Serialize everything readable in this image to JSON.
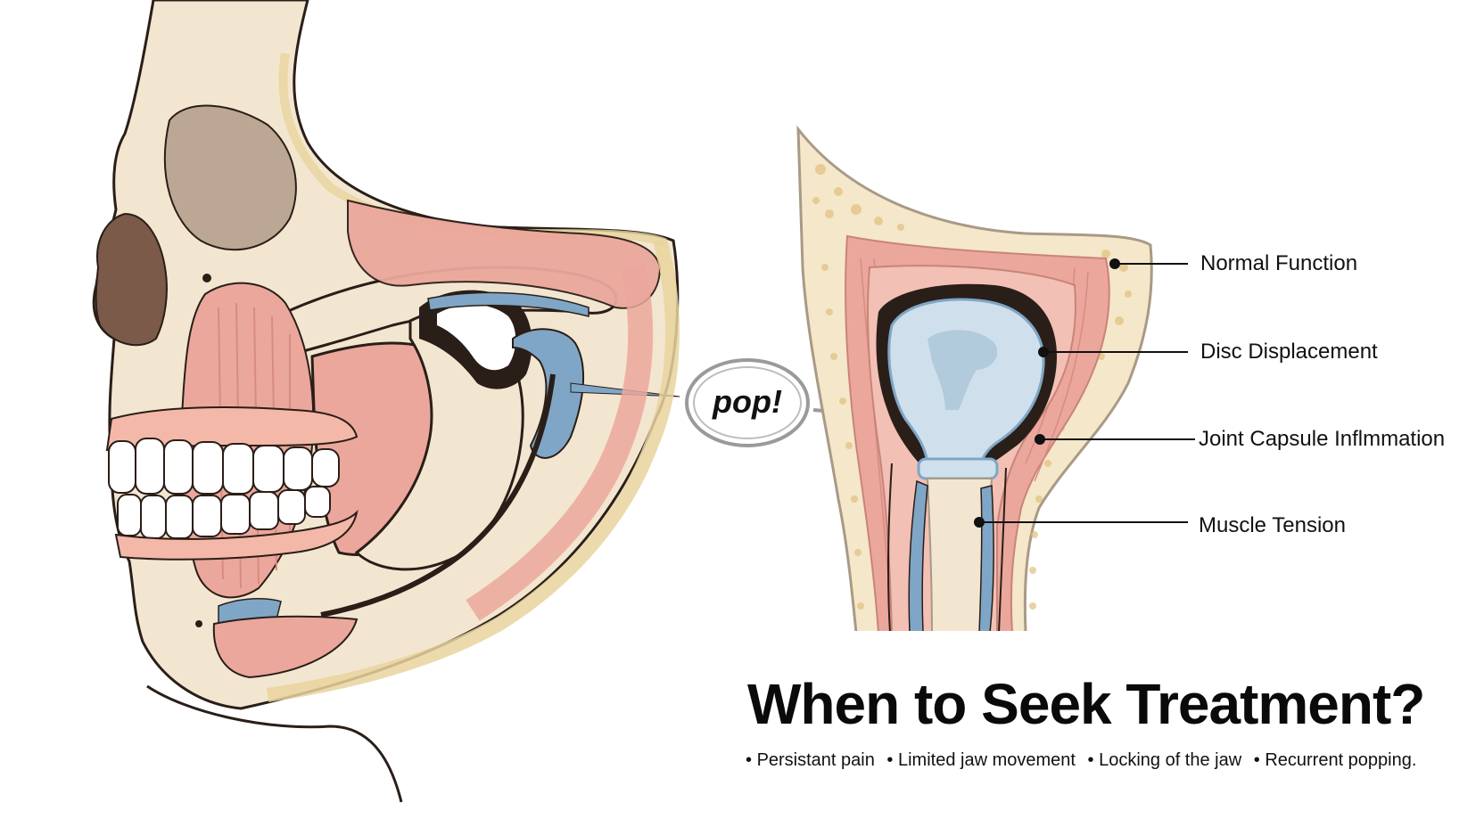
{
  "callout": {
    "pop": "pop!"
  },
  "labels": [
    {
      "id": "normal-function",
      "text": "Normal Function"
    },
    {
      "id": "disc-displacement",
      "text": "Disc Displacement"
    },
    {
      "id": "joint-capsule-inflammation",
      "text": "Joint Capsule Inflmmation"
    },
    {
      "id": "muscle-tension",
      "text": "Muscle Tension"
    }
  ],
  "heading": "When to Seek Treatment?",
  "symptoms": [
    "Persistant pain",
    "Limited jaw movement",
    "Locking of the jaw",
    "Recurrent popping."
  ],
  "colors": {
    "bone": "#f3e6d1",
    "bone_shadow": "#e7d3b6",
    "muscle": "#eba79c",
    "muscle_dark": "#d98b81",
    "disc_blue": "#7fa6c6",
    "cartilage": "#cfe0ec",
    "outline": "#2a1e18",
    "tooth": "#ffffff",
    "gum": "#f4b8a8",
    "nasal_cavity": "#7b5a49",
    "orbit": "#bba794"
  }
}
